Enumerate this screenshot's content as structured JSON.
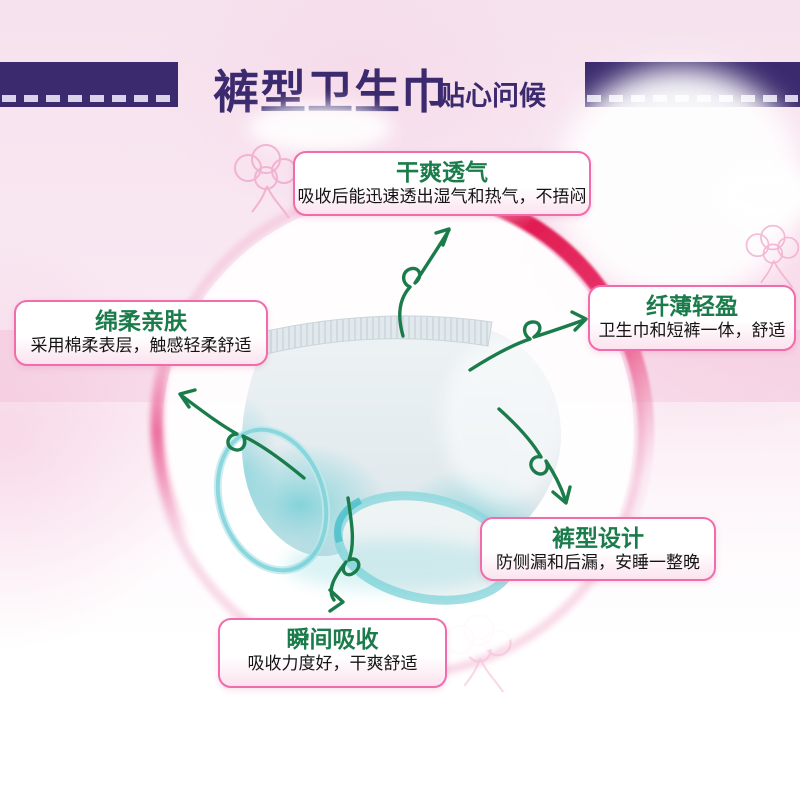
{
  "header": {
    "title": "裤型卫生巾",
    "subtitle": "贴心问候"
  },
  "features": [
    {
      "id": "dry-breathable",
      "title": "干爽透气",
      "desc": "吸收后能迅速透出湿气和热气，不捂闷"
    },
    {
      "id": "soft-skin",
      "title": "绵柔亲肤",
      "desc": "采用棉柔表层，触感轻柔舒适"
    },
    {
      "id": "thin-light",
      "title": "纤薄轻盈",
      "desc": "卫生巾和短裤一体，舒适"
    },
    {
      "id": "pant-design",
      "title": "裤型设计",
      "desc": "防侧漏和后漏，安睡一整晚"
    },
    {
      "id": "instant-absorb",
      "title": "瞬间吸收",
      "desc": "吸收力度好，干爽舒适"
    }
  ],
  "colors": {
    "accent_pink": "#f06cab",
    "header_purple": "#3b2a6e",
    "title_green": "#1b7c4b",
    "ring_crimson": "#e11d52",
    "teal": "#49bfc9",
    "bg_pink": "#f6e2ee",
    "dash_lavender": "#d9d2e8"
  }
}
